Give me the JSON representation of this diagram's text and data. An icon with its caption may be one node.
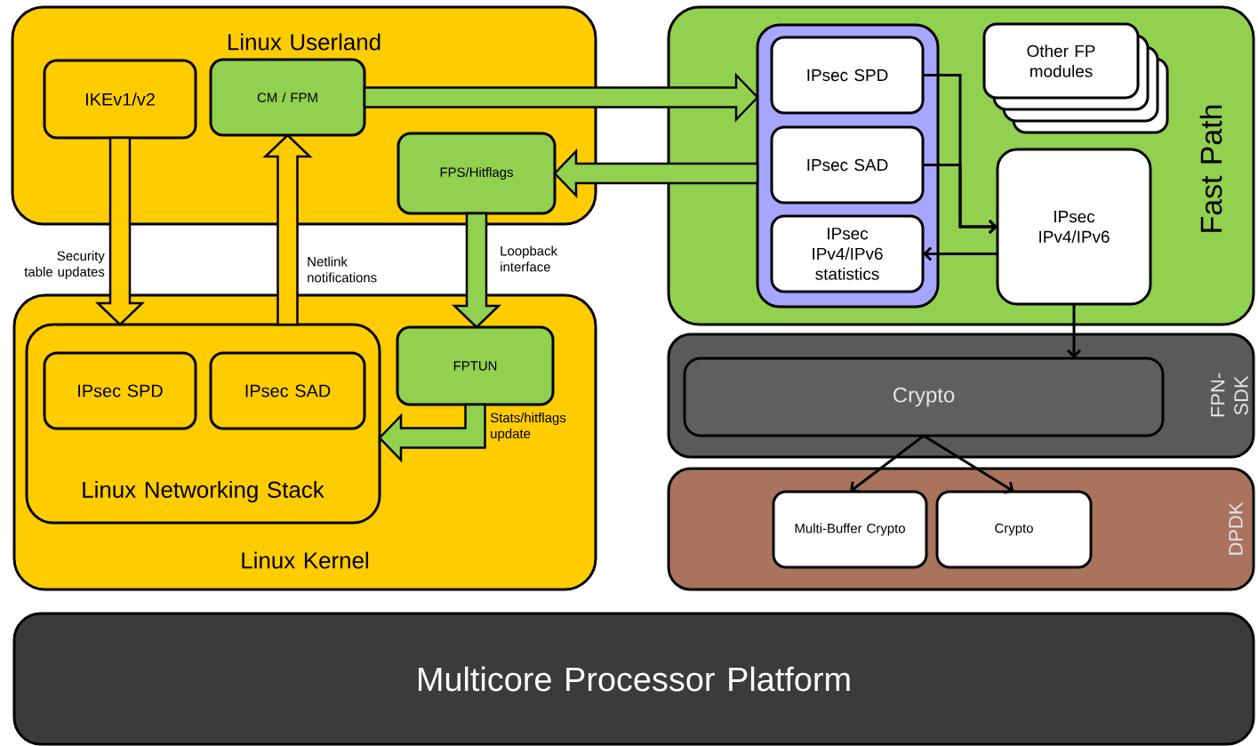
{
  "diagram": {
    "nodes": [
      {
        "text": [
          "Linux Userland"
        ]
      },
      {
        "text": [
          "IKEv1/v2"
        ],
        "in": 0
      },
      {
        "text": [
          "CM / FPM"
        ],
        "in": 0
      },
      {
        "text": [
          "FPS/Hitflags"
        ],
        "in": 0
      },
      {
        "text": [
          "Linux Kernel"
        ]
      },
      {
        "text": [
          "Linux Networking Stack"
        ],
        "in": 4
      },
      {
        "text": [
          "IPsec SPD"
        ],
        "in": 5
      },
      {
        "text": [
          "IPsec SAD"
        ],
        "in": 5
      },
      {
        "text": [
          "FPTUN"
        ],
        "in": 4
      },
      {
        "text": [
          "Fast Path"
        ]
      },
      {
        "text": [],
        "shape": "box",
        "in": 9
      },
      {
        "text": [
          "IPsec SPD"
        ],
        "in": 10
      },
      {
        "text": [
          "IPsec SAD"
        ],
        "in": 10
      },
      {
        "text": [
          "IPsec IPv4/IPv6 statistics"
        ],
        "in": 10
      },
      {
        "text": [
          "Other FP modules"
        ],
        "in": 9
      },
      {
        "text": [
          "IPsec IPv4/IPv6"
        ],
        "in": 9
      },
      {
        "text": [
          "FPN-SDK"
        ]
      },
      {
        "text": [
          "Crypto"
        ],
        "in": 16
      },
      {
        "text": [
          "DPDK"
        ]
      },
      {
        "text": [
          "Multi-Buffer Crypto"
        ],
        "in": 18
      },
      {
        "text": [
          "Crypto"
        ],
        "in": 18
      },
      {
        "text": [
          "Multicore Processor Platform"
        ]
      }
    ],
    "edges": [
      {
        "from": 1,
        "to": 5,
        "arrow": "to",
        "label": "Security table updates",
        "style": "thick",
        "color": "#ffcc00"
      },
      {
        "from": 5,
        "to": 2,
        "arrow": "to",
        "label": "Netlink notifications",
        "style": "thick",
        "color": "#ffcc00"
      },
      {
        "from": 2,
        "to": 10,
        "arrow": "to",
        "style": "thick",
        "color": "#92d050"
      },
      {
        "from": 10,
        "to": 3,
        "arrow": "to",
        "style": "thick",
        "color": "#92d050"
      },
      {
        "from": 3,
        "to": 8,
        "arrow": "to",
        "label": "Loopback interface",
        "style": "thick",
        "color": "#92d050"
      },
      {
        "from": 8,
        "to": 5,
        "arrow": "to",
        "label": "Stats/hitflags update",
        "style": "thick",
        "color": "#92d050"
      },
      {
        "from": 11,
        "to": 15,
        "arrow": "to"
      },
      {
        "from": 12,
        "to": 15,
        "arrow": "to"
      },
      {
        "from": 15,
        "to": 13,
        "arrow": "to"
      },
      {
        "from": 15,
        "to": 17,
        "arrow": "to"
      },
      {
        "from": 17,
        "to": 19,
        "arrow": "to"
      },
      {
        "from": 17,
        "to": 20,
        "arrow": "to"
      }
    ]
  }
}
